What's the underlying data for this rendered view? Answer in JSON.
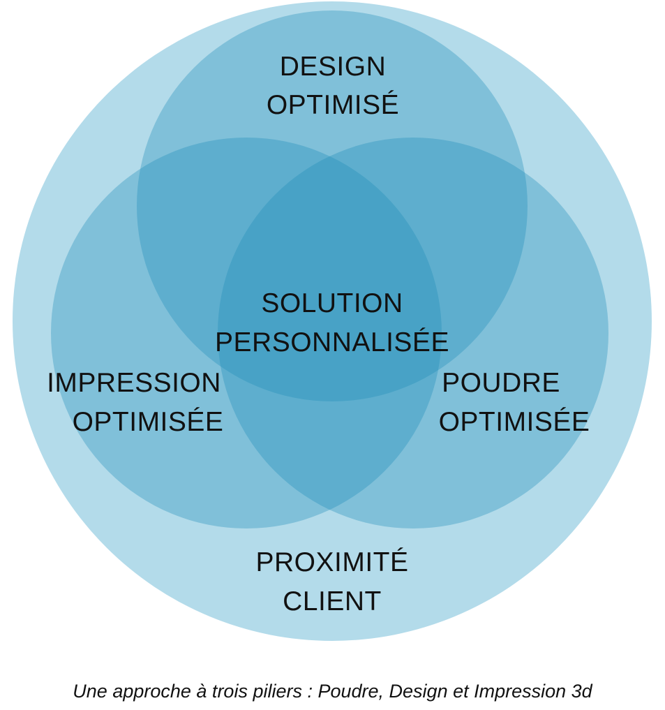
{
  "colors": {
    "outer": "#b3dbea",
    "circle": "#1e8cb9",
    "text": "#111111"
  },
  "labels": {
    "top": [
      "DESIGN",
      "OPTIMISÉ"
    ],
    "center": [
      "SOLUTION",
      "PERSONNALISÉE"
    ],
    "left": [
      "IMPRESSION",
      "OPTIMISÉE"
    ],
    "right": [
      "POUDRE",
      "OPTIMISÉE"
    ],
    "bottom": [
      "PROXIMITÉ",
      "CLIENT"
    ]
  },
  "caption": "Une approche à trois piliers : Poudre, Design et Impression 3d"
}
